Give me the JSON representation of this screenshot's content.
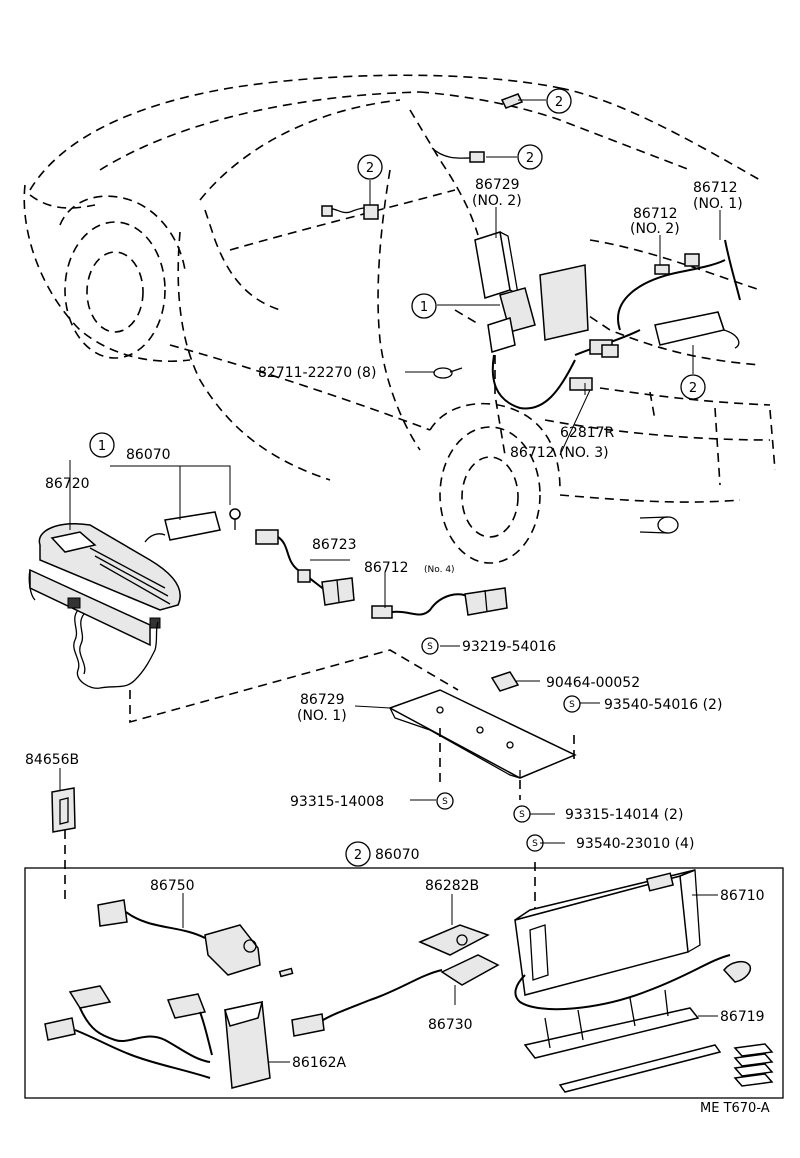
{
  "diagram": {
    "labels": {
      "p86729_no2_num": "86729",
      "p86729_no2_sub": "(NO. 2)",
      "p86712_no1_num": "86712",
      "p86712_no1_sub": "(NO. 1)",
      "p86712_no2_num": "86712",
      "p86712_no2_sub": "(NO. 2)",
      "p82711": "82711-22270 (8)",
      "p62817r": "62817R",
      "p86712_no3": "86712 (NO. 3)",
      "p86070_a": "86070",
      "p86720": "86720",
      "p86723": "86723",
      "p86712_no4_num": "86712",
      "p86712_no4_sub": "(No. 4)",
      "p93219": "93219-54016",
      "p90464": "90464-00052",
      "p86729_no1_num": "86729",
      "p86729_no1_sub": "(NO. 1)",
      "p93540_54016": "93540-54016 (2)",
      "p84656b": "84656B",
      "p93315_14008": "93315-14008",
      "p93315_14014": "93315-14014 (2)",
      "p93540_23010": "93540-23010 (4)",
      "p86070_b": "86070",
      "p86750": "86750",
      "p86282b": "86282B",
      "p86710": "86710",
      "p86730": "86730",
      "p86719": "86719",
      "p86162a": "86162A",
      "ref_code": "ME T670-A"
    },
    "callouts": {
      "two": "2",
      "one": "1",
      "s": "S"
    }
  }
}
